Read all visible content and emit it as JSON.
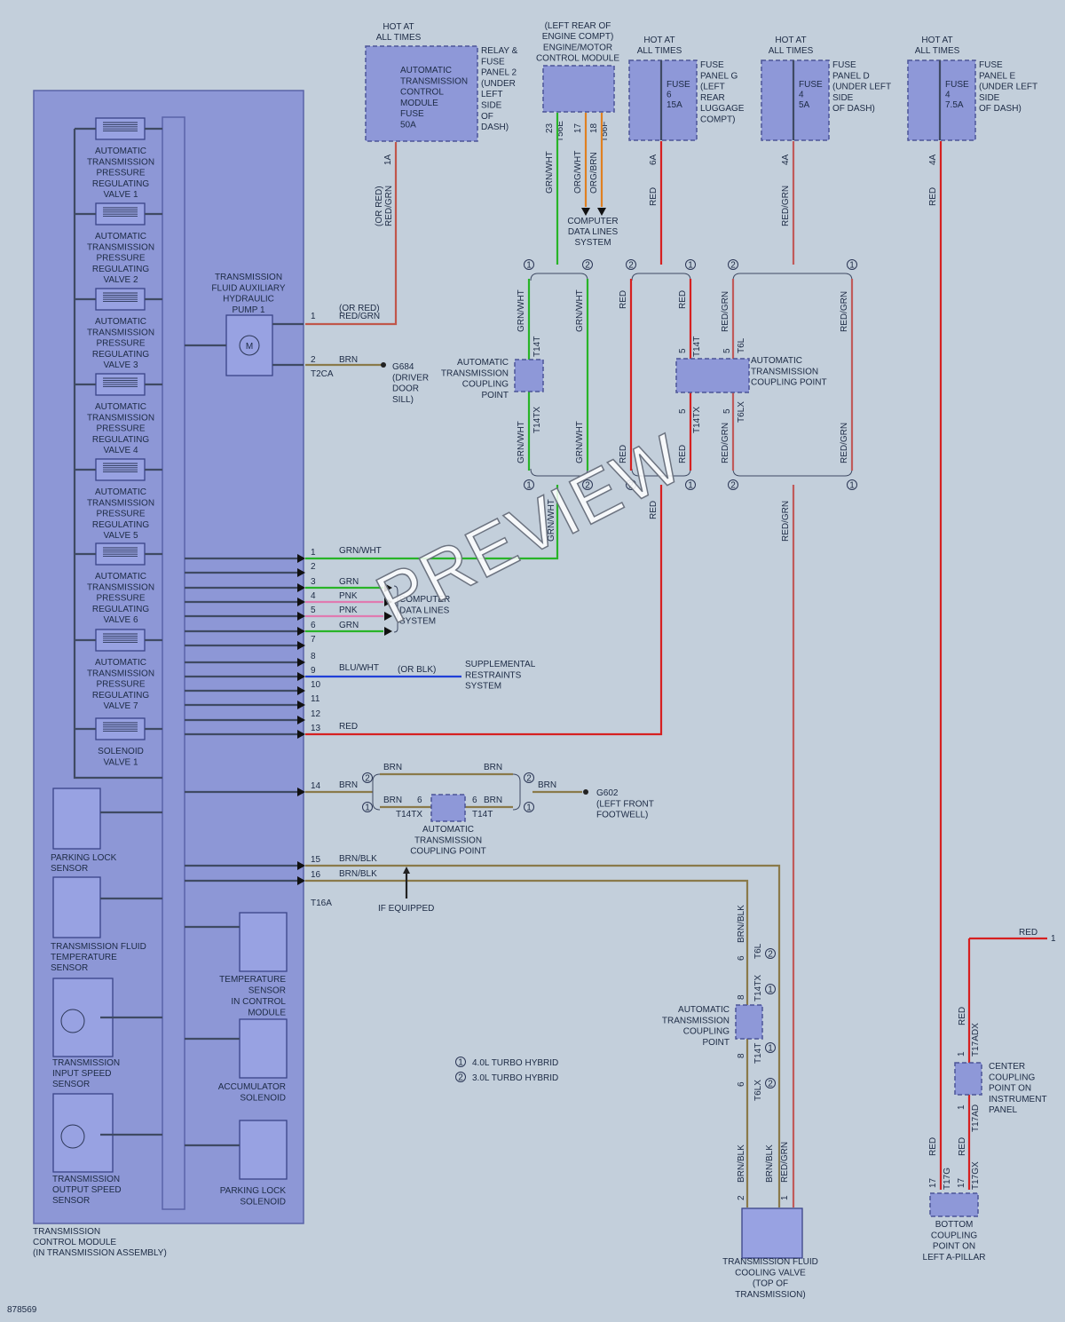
{
  "watermark": "PREVIEW",
  "figure_id": "878569",
  "tcm": {
    "label_lines": [
      "TRANSMISSION",
      "CONTROL MODULE",
      "(IN TRANSMISSION ASSEMBLY)"
    ],
    "valves": [
      [
        "AUTOMATIC",
        "TRANSMISSION",
        "PRESSURE",
        "REGULATING",
        "VALVE 1"
      ],
      [
        "AUTOMATIC",
        "TRANSMISSION",
        "PRESSURE",
        "REGULATING",
        "VALVE 2"
      ],
      [
        "AUTOMATIC",
        "TRANSMISSION",
        "PRESSURE",
        "REGULATING",
        "VALVE 3"
      ],
      [
        "AUTOMATIC",
        "TRANSMISSION",
        "PRESSURE",
        "REGULATING",
        "VALVE 4"
      ],
      [
        "AUTOMATIC",
        "TRANSMISSION",
        "PRESSURE",
        "REGULATING",
        "VALVE 5"
      ],
      [
        "AUTOMATIC",
        "TRANSMISSION",
        "PRESSURE",
        "REGULATING",
        "VALVE 6"
      ],
      [
        "AUTOMATIC",
        "TRANSMISSION",
        "PRESSURE",
        "REGULATING",
        "VALVE 7"
      ],
      [
        "SOLENOID",
        "VALVE 1"
      ]
    ],
    "parking_lock_sensor": [
      "PARKING LOCK",
      "SENSOR"
    ],
    "fluid_temp_sensor": [
      "TRANSMISSION FLUID",
      "TEMPERATURE",
      "SENSOR"
    ],
    "input_speed_sensor": [
      "TRANSMISSION",
      "INPUT SPEED",
      "SENSOR"
    ],
    "output_speed_sensor": [
      "TRANSMISSION",
      "OUTPUT SPEED",
      "SENSOR"
    ],
    "temp_sensor_cm": [
      "TEMPERATURE",
      "SENSOR",
      "IN CONTROL",
      "MODULE"
    ],
    "accumulator_solenoid": [
      "ACCUMULATOR",
      "SOLENOID"
    ],
    "parking_lock_solenoid": [
      "PARKING LOCK",
      "SOLENOID"
    ]
  },
  "pump": {
    "label_lines": [
      "TRANSMISSION",
      "FLUID AUXILIARY",
      "HYDRAULIC",
      "PUMP 1"
    ],
    "symbol": "M"
  },
  "hot_at_all_times": [
    "HOT AT",
    "ALL TIMES"
  ],
  "relay_panel": {
    "inner": [
      "AUTOMATIC",
      "TRANSMISSION",
      "CONTROL",
      "MODULE",
      "FUSE",
      "50A"
    ],
    "side": [
      "RELAY &",
      "FUSE",
      "PANEL 2",
      "(UNDER",
      "LEFT",
      "SIDE",
      "OF",
      "DASH)"
    ],
    "pin": "1A",
    "wire": [
      "(OR RED)",
      "RED/GRN"
    ]
  },
  "ecm": {
    "label": [
      "(LEFT REAR OF",
      "ENGINE COMPT)",
      "ENGINE/MOTOR",
      "CONTROL MODULE"
    ],
    "pins": [
      {
        "num": "23",
        "conn": "T56E",
        "wire": "GRN/WHT"
      },
      {
        "num": "17",
        "conn": "",
        "wire": "ORG/WHT"
      },
      {
        "num": "18",
        "conn": "T56F",
        "wire": "ORG/BRN"
      }
    ],
    "dest": [
      "COMPUTER",
      "DATA LINES",
      "SYSTEM"
    ]
  },
  "fuse_g": {
    "fuse": [
      "FUSE",
      "6",
      "15A"
    ],
    "side": [
      "FUSE",
      "PANEL G",
      "(LEFT",
      "REAR",
      "LUGGAGE",
      "COMPT)"
    ],
    "pin": "6A",
    "wire": "RED"
  },
  "fuse_d": {
    "fuse": [
      "FUSE",
      "4",
      "5A"
    ],
    "side": [
      "FUSE",
      "PANEL D",
      "(UNDER LEFT",
      "SIDE",
      "OF DASH)"
    ],
    "pin": "4A",
    "wire": "RED/GRN"
  },
  "fuse_e": {
    "fuse": [
      "FUSE",
      "4",
      "7.5A"
    ],
    "side": [
      "FUSE",
      "PANEL E",
      "(UNDER LEFT",
      "SIDE",
      "OF DASH)"
    ],
    "pin": "4A",
    "wire": "RED"
  },
  "coupling_label": [
    "AUTOMATIC",
    "TRANSMISSION",
    "COUPLING",
    "POINT"
  ],
  "coupling_label_wide": [
    "AUTOMATIC",
    "TRANSMISSION",
    "COUPLING POINT"
  ],
  "conn_labels": {
    "t14t": "T14T",
    "t14tx": "T14TX",
    "t6l": "T6L",
    "t6lx": "T6LX",
    "t2ca": "T2CA",
    "t16a": "T16A",
    "t17adx": "T17ADX",
    "t17ad": "T17AD",
    "t17g": "T17G",
    "t17gx": "T17GX"
  },
  "wires": {
    "grn_wht": "GRN/WHT",
    "red": "RED",
    "red_grn": "RED/GRN",
    "brn": "BRN",
    "grn": "GRN",
    "pnk": "PNK",
    "blu_wht": "BLU/WHT",
    "or_blk": "(OR BLK)",
    "or_red": "(OR RED)",
    "brn_blk": "BRN/BLK"
  },
  "pins": {
    "p1": "1",
    "p2": "2",
    "p3": "3",
    "p4": "4",
    "p5": "5",
    "p6": "6",
    "p7": "7",
    "p8": "8",
    "p9": "9",
    "p10": "10",
    "p11": "11",
    "p12": "12",
    "p13": "13",
    "p14": "14",
    "p15": "15",
    "p16": "16",
    "p17": "17"
  },
  "markers": {
    "one": "1",
    "two": "2"
  },
  "g684": [
    "G684",
    "(DRIVER",
    "DOOR",
    "SILL)"
  ],
  "g602": [
    "G602",
    "(LEFT FRONT",
    "FOOTWELL)"
  ],
  "cds_dest": [
    "COMPUTER",
    "DATA LINES",
    "SYSTEM"
  ],
  "srs_dest": [
    "SUPPLEMENTAL",
    "RESTRAINTS",
    "SYSTEM"
  ],
  "if_equipped": "IF EQUIPPED",
  "legend": [
    {
      "marker": "1",
      "text": "4.0L TURBO HYBRID"
    },
    {
      "marker": "2",
      "text": "3.0L TURBO HYBRID"
    }
  ],
  "cooling_valve": [
    "TRANSMISSION FLUID",
    "COOLING VALVE",
    "(TOP OF",
    "TRANSMISSION)"
  ],
  "center_coupling": [
    "CENTER",
    "COUPLING",
    "POINT ON",
    "INSTRUMENT",
    "PANEL"
  ],
  "bottom_coupling": [
    "BOTTOM",
    "COUPLING",
    "POINT ON",
    "LEFT A-PILLAR"
  ],
  "colors": {
    "bg": "#c3cfdb",
    "component": "#8d97d6",
    "red_wire": "#d62020",
    "green_wire": "#28b428",
    "brown_wire": "#8a7a4a",
    "blue_wire": "#2040d8",
    "pink_wire": "#e07ab0",
    "orange_wire": "#e08020"
  }
}
